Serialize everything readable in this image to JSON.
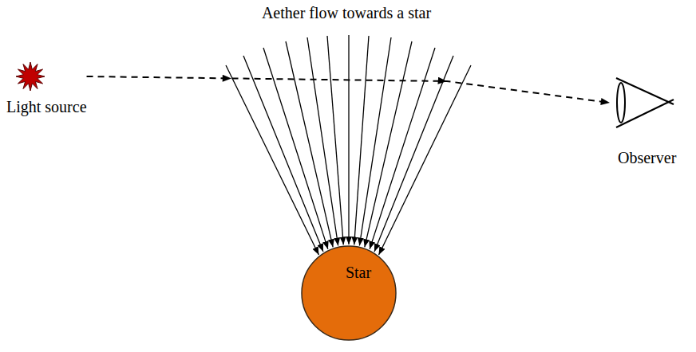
{
  "diagram": {
    "nodes": [
      {
        "text": [
          "Light source"
        ]
      },
      {
        "text": [
          "Observer"
        ]
      },
      {
        "text": [
          "Star"
        ]
      }
    ],
    "edges": [
      {
        "from": 0,
        "to": 1,
        "arrow": "to"
      }
    ],
    "labels": [
      "Aether flow towards a star"
    ]
  }
}
